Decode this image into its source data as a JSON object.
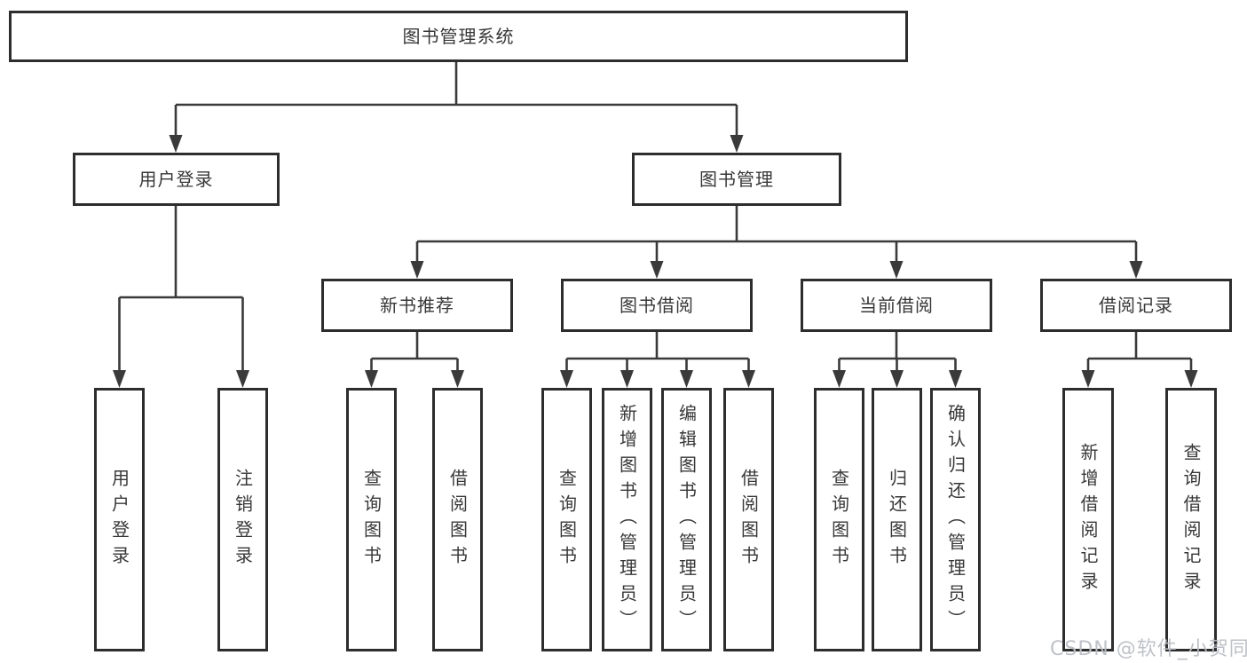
{
  "nodes": {
    "root": "图书管理系统",
    "user_login": "用户登录",
    "book_management": "图书管理",
    "new_book_recommend": "新书推荐",
    "book_borrowing": "图书借阅",
    "current_borrowing": "当前借阅",
    "borrowing_records": "借阅记录",
    "leaf_user_login": "用户登录",
    "leaf_logout_login": "注销登录",
    "recommend_query_books": "查询图书",
    "recommend_borrow_books": "借阅图书",
    "borrowing_query_books": "查询图书",
    "borrowing_add_books": "新增图书（管理员）",
    "borrowing_edit_books": "编辑图书（管理员）",
    "borrowing_borrow_books": "借阅图书",
    "current_query_books": "查询图书",
    "current_return_books": "归还图书",
    "current_confirm_return": "确认归还（管理员）",
    "records_add_record": "新增借阅记录",
    "records_query_record": "查询借阅记录"
  },
  "watermark": {
    "text": "CSDN @软件_小贺同学"
  },
  "colors": {
    "box_border": "#2d2d2d",
    "connector_line": "#3a3a3a",
    "text": "#383838",
    "watermark": "#babec4",
    "background": "#ffffff"
  }
}
